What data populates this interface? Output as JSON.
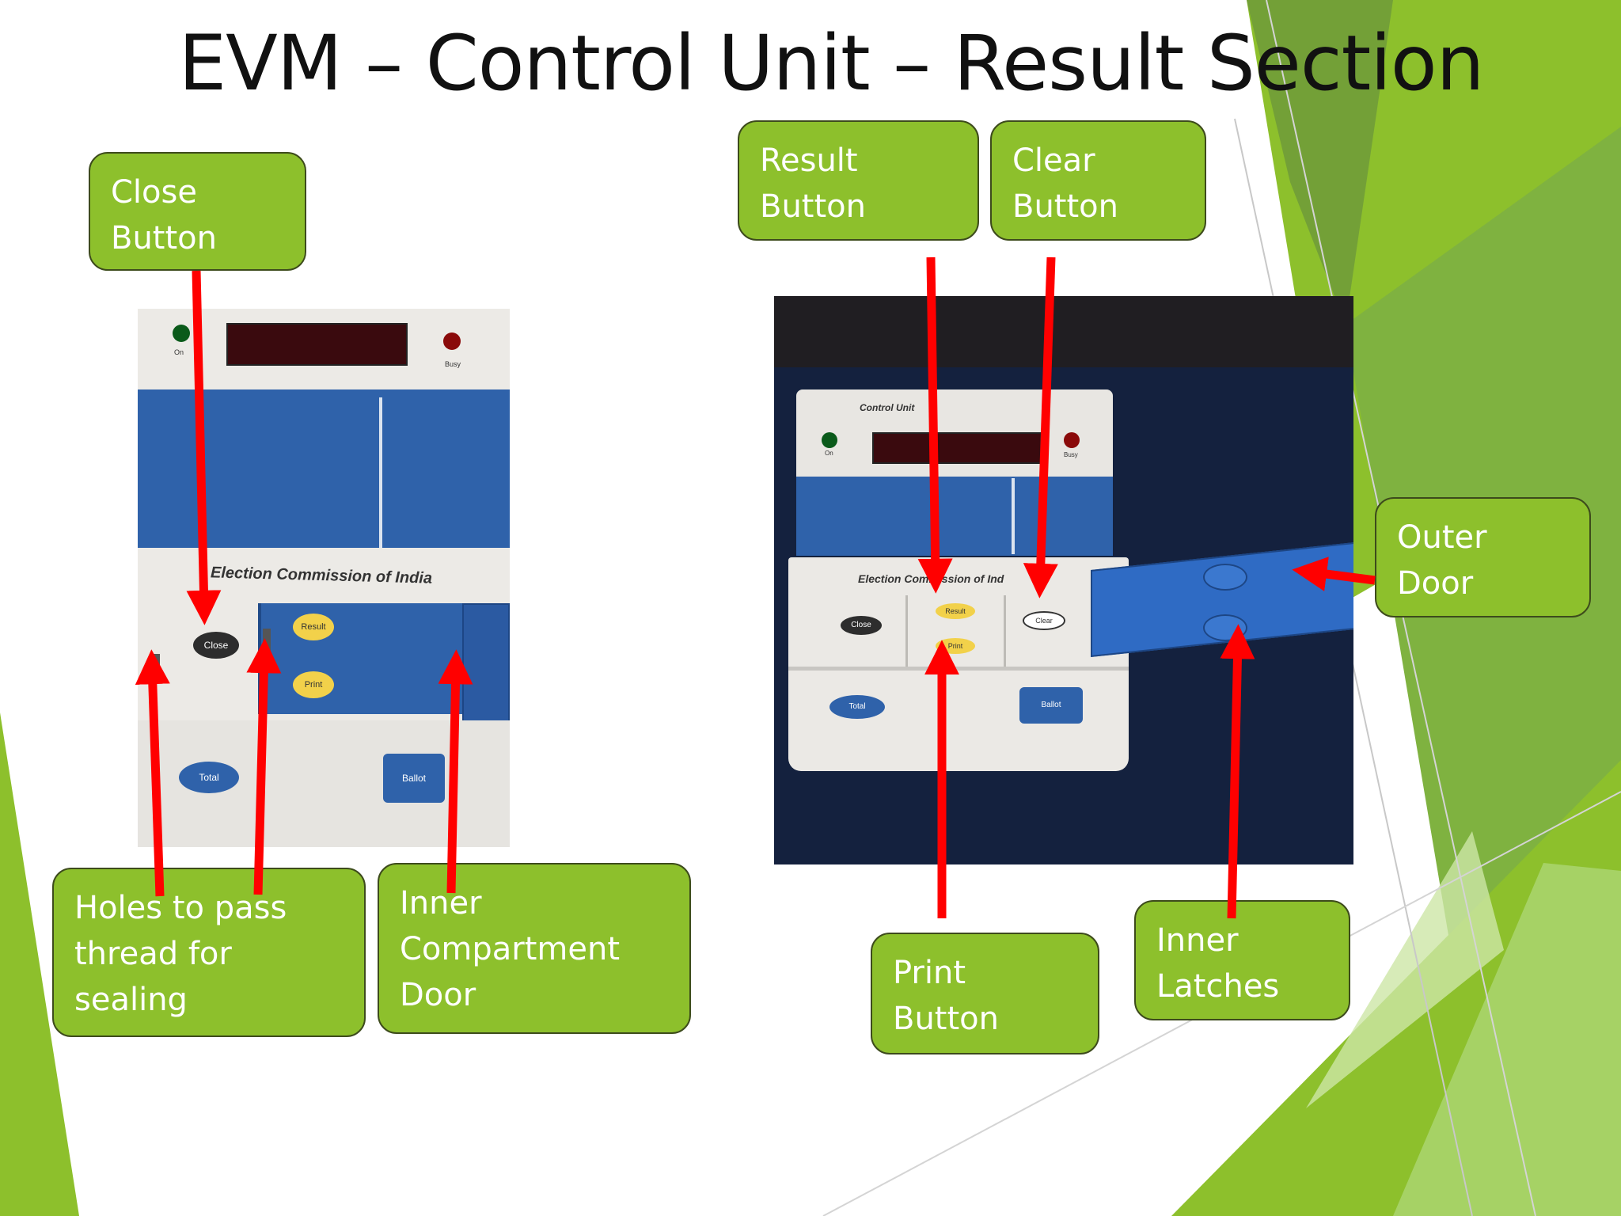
{
  "slide": {
    "title": "EVM – Control Unit – Result Section",
    "colors": {
      "callout_fill": "#8dc02c",
      "arrow": "#ff0000",
      "accent_green": "#6aa52d"
    }
  },
  "callouts": {
    "close_button": [
      "Close",
      "Button"
    ],
    "result_button": [
      "Result",
      "Button"
    ],
    "clear_button": [
      "Clear",
      "Button"
    ],
    "outer_door": [
      "Outer",
      "Door"
    ],
    "holes": [
      "Holes to pass",
      "thread for",
      "sealing"
    ],
    "inner_compartment_door": [
      "Inner",
      "Compartment",
      "Door"
    ],
    "print_button": [
      "Print",
      "Button"
    ],
    "inner_latches": [
      "Inner",
      "Latches"
    ]
  },
  "photo_left": {
    "panel_text": "Election Commission of India",
    "on": "On",
    "busy": "Busy",
    "close": "Close",
    "result": "Result",
    "print": "Print",
    "total": "Total",
    "ballot": "Ballot"
  },
  "photo_right": {
    "header_text": "Control Unit",
    "panel_text": "Election Commission of Ind",
    "on": "On",
    "busy": "Busy",
    "close": "Close",
    "result": "Result",
    "print": "Print",
    "clear": "Clear",
    "total": "Total",
    "ballot": "Ballot"
  }
}
